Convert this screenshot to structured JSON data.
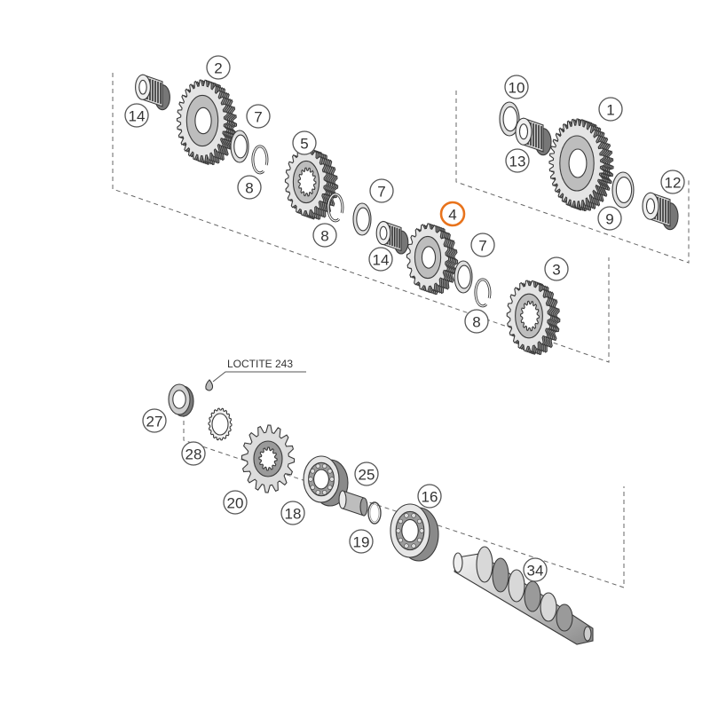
{
  "accent_color": "#e8731c",
  "note": {
    "text": "LOCTITE 243"
  },
  "callouts": [
    {
      "id": "c2",
      "label": "2"
    },
    {
      "id": "c14a",
      "label": "14"
    },
    {
      "id": "c7a",
      "label": "7"
    },
    {
      "id": "c8a",
      "label": "8"
    },
    {
      "id": "c5",
      "label": "5"
    },
    {
      "id": "c7b",
      "label": "7"
    },
    {
      "id": "c8b",
      "label": "8"
    },
    {
      "id": "c14b",
      "label": "14"
    },
    {
      "id": "c4",
      "label": "4",
      "highlighted": true
    },
    {
      "id": "c7c",
      "label": "7"
    },
    {
      "id": "c8c",
      "label": "8"
    },
    {
      "id": "c3",
      "label": "3"
    },
    {
      "id": "c10",
      "label": "10"
    },
    {
      "id": "c1",
      "label": "1"
    },
    {
      "id": "c13",
      "label": "13"
    },
    {
      "id": "c9",
      "label": "9"
    },
    {
      "id": "c12",
      "label": "12"
    },
    {
      "id": "c27",
      "label": "27"
    },
    {
      "id": "c28",
      "label": "28"
    },
    {
      "id": "c20",
      "label": "20"
    },
    {
      "id": "c25",
      "label": "25"
    },
    {
      "id": "c18",
      "label": "18"
    },
    {
      "id": "c19",
      "label": "19"
    },
    {
      "id": "c16",
      "label": "16"
    },
    {
      "id": "c34",
      "label": "34"
    }
  ],
  "parts": [
    {
      "id": "p14a",
      "icon": "needle-bearing-icon"
    },
    {
      "id": "p2",
      "icon": "gear-icon"
    },
    {
      "id": "p7a",
      "icon": "thrust-washer-icon"
    },
    {
      "id": "p8a",
      "icon": "circlip-icon"
    },
    {
      "id": "p5",
      "icon": "gear-icon"
    },
    {
      "id": "p8b",
      "icon": "circlip-icon"
    },
    {
      "id": "p7b",
      "icon": "thrust-washer-icon"
    },
    {
      "id": "p14b",
      "icon": "needle-bearing-icon"
    },
    {
      "id": "p4",
      "icon": "gear-icon"
    },
    {
      "id": "p7c",
      "icon": "thrust-washer-icon"
    },
    {
      "id": "p8c",
      "icon": "circlip-icon"
    },
    {
      "id": "p3",
      "icon": "gear-icon"
    },
    {
      "id": "p10",
      "icon": "washer-icon"
    },
    {
      "id": "p13",
      "icon": "needle-bearing-icon"
    },
    {
      "id": "p1",
      "icon": "gear-icon"
    },
    {
      "id": "p9",
      "icon": "washer-icon"
    },
    {
      "id": "p12",
      "icon": "needle-bearing-icon"
    },
    {
      "id": "p27",
      "icon": "shaft-seal-icon"
    },
    {
      "id": "p28",
      "icon": "lock-washer-icon"
    },
    {
      "id": "p20",
      "icon": "sprocket-icon"
    },
    {
      "id": "p18",
      "icon": "ball-bearing-icon"
    },
    {
      "id": "p25",
      "icon": "bushing-icon"
    },
    {
      "id": "p19",
      "icon": "o-ring-icon"
    },
    {
      "id": "p16",
      "icon": "ball-bearing-icon"
    },
    {
      "id": "p34",
      "icon": "main-shaft-icon"
    }
  ]
}
